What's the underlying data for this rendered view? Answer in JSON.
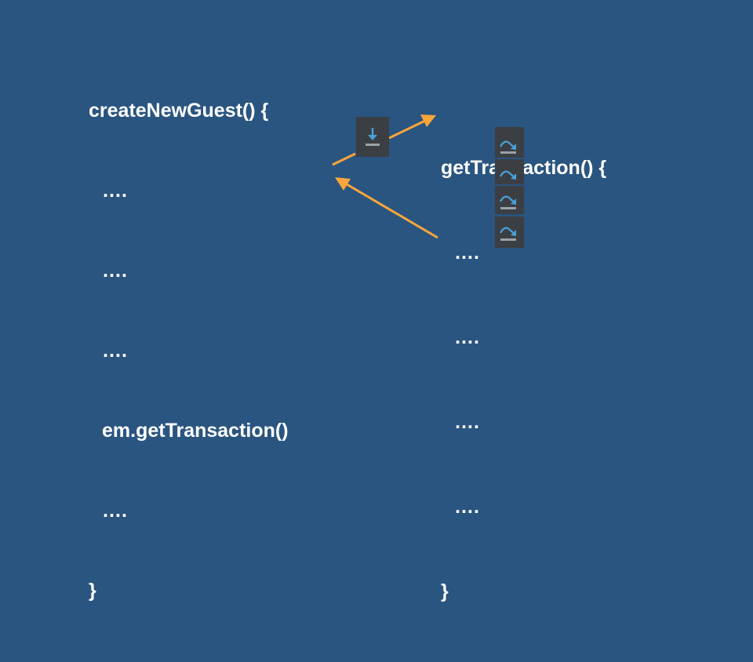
{
  "caller": {
    "signature": "createNewGuest() {",
    "lines": [
      "….",
      "….",
      "….",
      "em.getTransaction()",
      "…."
    ],
    "close": "}"
  },
  "callee": {
    "signature": "getTransaction() {",
    "lines": [
      "….",
      "….",
      "….",
      "…."
    ],
    "close": "}"
  },
  "colors": {
    "background": "#2a5580",
    "text": "#ffffff",
    "arrow": "#f9a53c",
    "icon_bg": "#3b3f44",
    "icon_glyph": "#4a9fd6",
    "icon_bar": "#9aa3ab"
  },
  "icons": {
    "step_into": "step-into-icon",
    "step_over": "step-over-icon"
  }
}
